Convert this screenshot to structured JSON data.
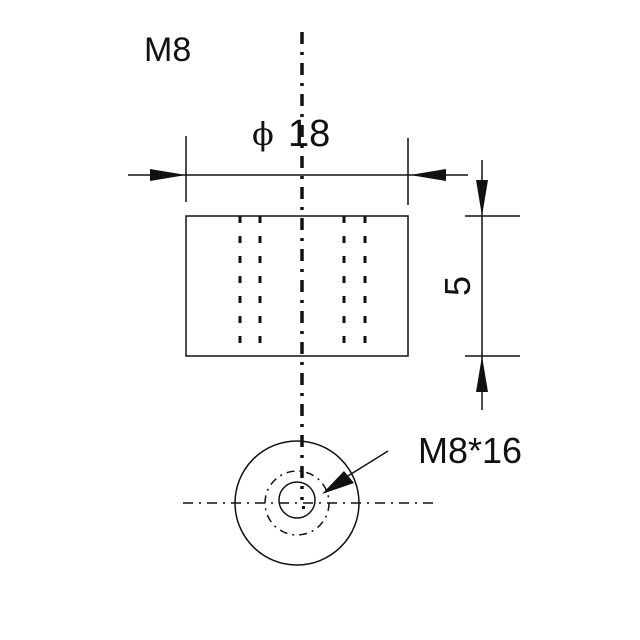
{
  "title": "M8",
  "dimensions": {
    "diameter_symbol": "ϕ",
    "diameter_value": "18",
    "height_value": "5",
    "thread_label": "M8*16"
  },
  "colors": {
    "line": "#111111",
    "background": "#ffffff"
  }
}
